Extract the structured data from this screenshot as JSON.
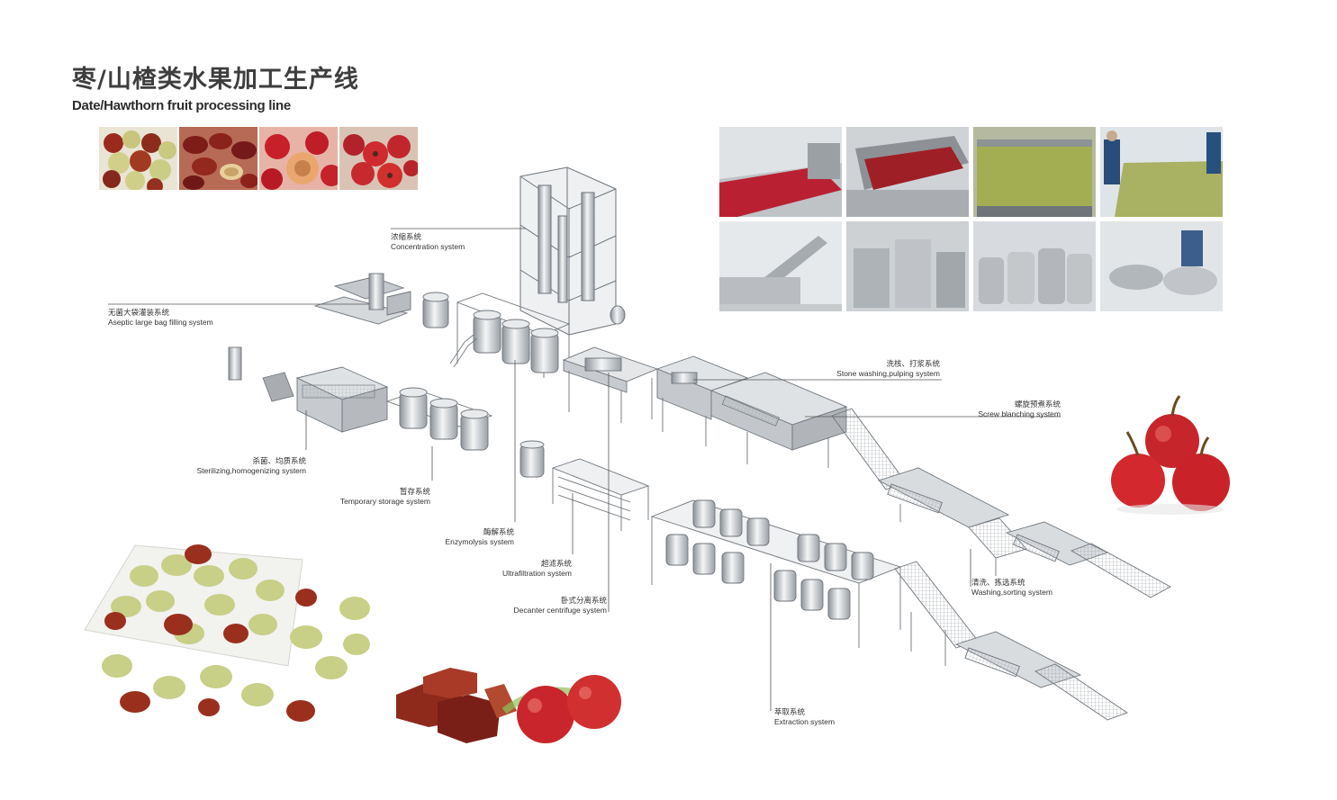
{
  "title": {
    "cn": "枣/山楂类水果加工生产线",
    "en": "Date/Hawthorn fruit processing line"
  },
  "systems": [
    {
      "id": "concentration",
      "cn": "浓缩系统",
      "en": "Concentration system"
    },
    {
      "id": "aseptic",
      "cn": "无菌大袋灌装系统",
      "en": "Aseptic large bag filling system"
    },
    {
      "id": "stone-washing",
      "cn": "洗核、打浆系统",
      "en": "Stone washing,pulping system"
    },
    {
      "id": "screw-blanching",
      "cn": "螺旋预煮系统",
      "en": "Screw blanching system"
    },
    {
      "id": "sterilizing",
      "cn": "杀菌、均质系统",
      "en": "Sterilizing,homogenizing system"
    },
    {
      "id": "temporary-storage",
      "cn": "暂存系统",
      "en": "Temporary storage system"
    },
    {
      "id": "enzymolysis",
      "cn": "酶解系统",
      "en": "Enzymolysis system"
    },
    {
      "id": "ultrafiltration",
      "cn": "超滤系统",
      "en": "Ultrafiltration system"
    },
    {
      "id": "decanter",
      "cn": "卧式分离系统",
      "en": "Decanter centrifuge system"
    },
    {
      "id": "washing-sorting",
      "cn": "清洗、拣选系统",
      "en": "Washing,sorting system"
    },
    {
      "id": "extraction",
      "cn": "萃取系统",
      "en": "Extraction system"
    }
  ],
  "colors": {
    "title": "#3e3e3e",
    "steel": "#c9cdd1",
    "steel_dark": "#7c8288",
    "fruit_red": "#c8242a",
    "jujube_green": "#c9cf8e",
    "leader_line": "#555555"
  }
}
